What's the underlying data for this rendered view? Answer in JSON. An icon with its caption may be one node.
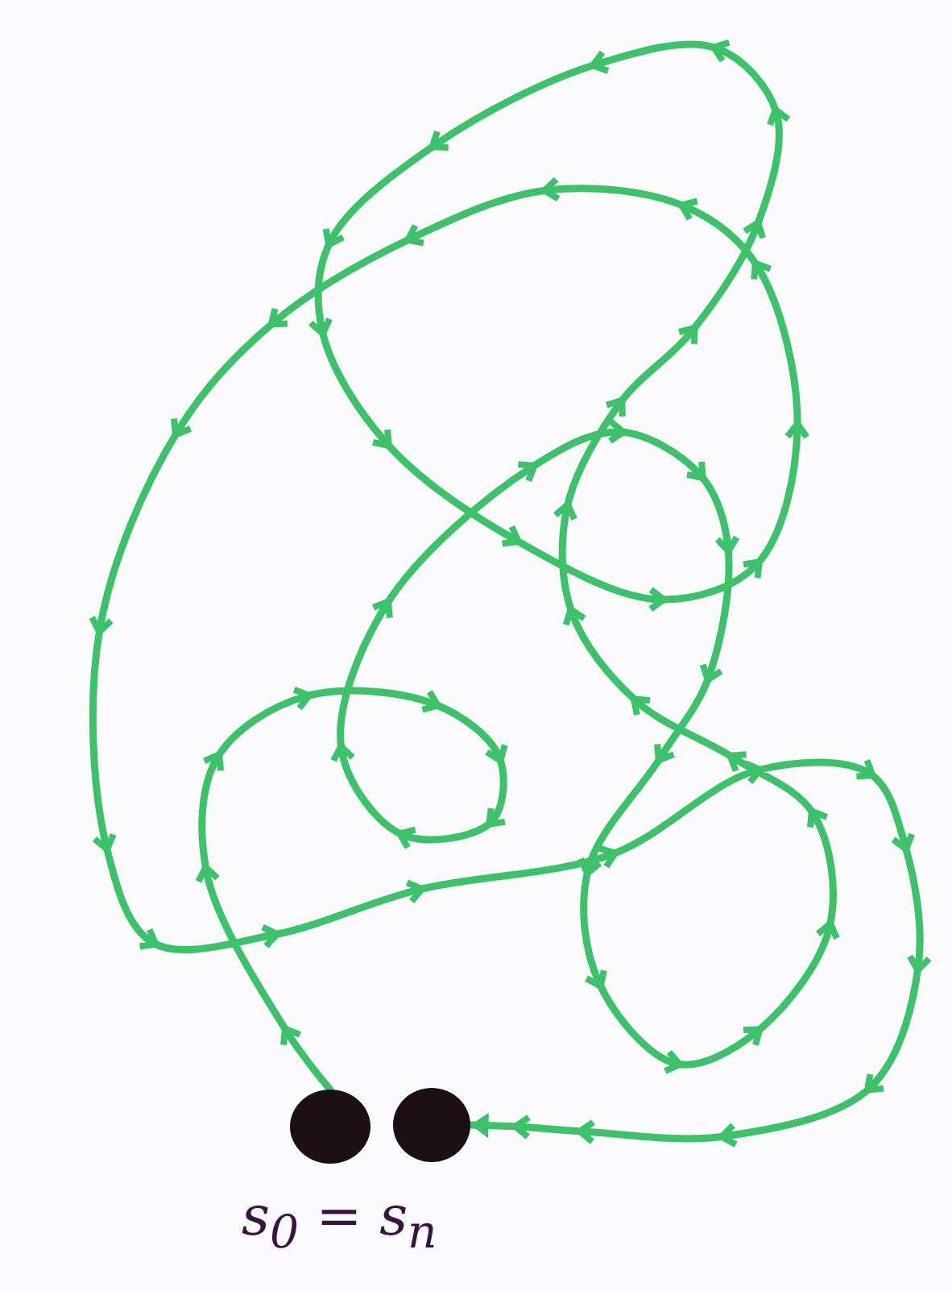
{
  "diagram": {
    "nodes": [
      {
        "text": [],
        "shape": "circle"
      },
      {
        "text": [],
        "shape": "circle"
      }
    ],
    "edges": [
      {
        "from": 0,
        "to": 1,
        "arrow": "to"
      }
    ],
    "labels": [
      "s$_{0}$ = s$_{n}$"
    ]
  }
}
